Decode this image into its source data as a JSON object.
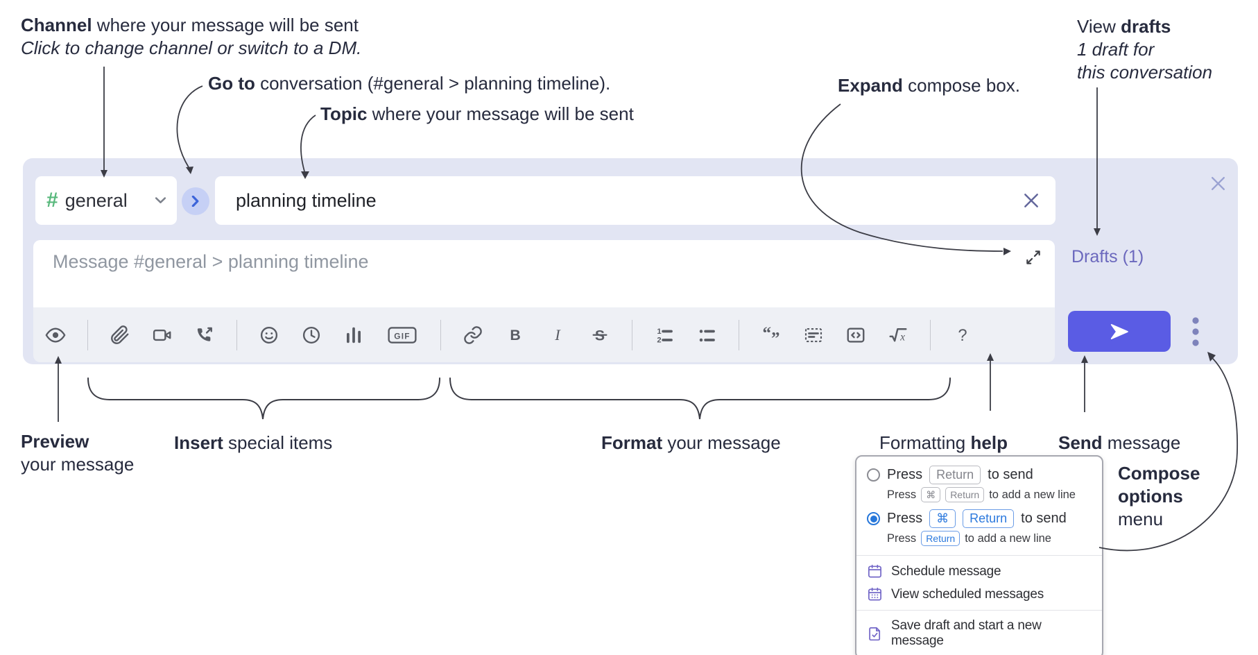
{
  "annotations": {
    "channel": {
      "bold": "Channel",
      "rest": " where your message will be sent",
      "line2": "Click to change channel or switch to a DM."
    },
    "goto": {
      "bold": "Go to",
      "rest": " conversation (#general > planning timeline)."
    },
    "topic": {
      "bold": "Topic",
      "rest": " where your message will be sent"
    },
    "expand": {
      "bold": "Expand",
      "rest": " compose box."
    },
    "view_drafts": {
      "normal": "View ",
      "bold": "drafts",
      "line2": "1 draft for",
      "line3": "this conversation"
    },
    "preview": {
      "bold": "Preview",
      "line2": "your message"
    },
    "insert": {
      "bold": "Insert",
      "rest": " special items"
    },
    "format": {
      "bold": "Format",
      "rest": " your message"
    },
    "formatting_help": {
      "normal": "Formatting ",
      "bold": "help"
    },
    "send": {
      "bold": "Send",
      "rest": " message"
    },
    "compose_options": {
      "line1": "Compose",
      "line2": "options",
      "line3": "menu"
    }
  },
  "compose": {
    "channel_hash": "#",
    "channel_name": "general",
    "topic_value": "planning timeline",
    "message_placeholder": "Message #general > planning timeline",
    "drafts_label": "Drafts (1)"
  },
  "toolbar": {
    "icons": [
      "preview",
      "attach",
      "video-call",
      "audio-call",
      "emoji",
      "time",
      "poll",
      "gif",
      "link",
      "bold",
      "italic",
      "strikethrough",
      "numbered-list",
      "bulleted-list",
      "quote",
      "spoiler",
      "code",
      "math",
      "help"
    ],
    "glyphs": {
      "gif": "GIF",
      "bold": "B",
      "italic": "I",
      "strike": "S",
      "help": "?",
      "math_x": "x",
      "ol_1": "1",
      "ol_2": "2",
      "quote_open": "“",
      "quote_close": "”"
    }
  },
  "popup": {
    "option1": {
      "press": "Press",
      "key": "Return",
      "suffix": "to send",
      "sub_press": "Press",
      "sub_keys": [
        "⌘",
        "Return"
      ],
      "sub_suffix": "to add a new line"
    },
    "option2": {
      "press": "Press",
      "keys": [
        "⌘",
        "Return"
      ],
      "suffix": "to send",
      "sub_press": "Press",
      "sub_key": "Return",
      "sub_suffix": "to add a new line"
    },
    "items": [
      "Schedule message",
      "View scheduled messages",
      "Save draft and start a new message"
    ]
  },
  "colors": {
    "accent_send": "#5a5ce4",
    "drafts_link": "#6b68bd",
    "channel_hash_green": "#58b87c",
    "goto_circle_bg": "#c6d0f5",
    "goto_chevron": "#3c64d9",
    "radio_selected_blue": "#2777da",
    "popup_icon_purple": "#7468c8",
    "container_bg": "#e2e5f3",
    "toolbar_bg": "#eef0f5"
  }
}
